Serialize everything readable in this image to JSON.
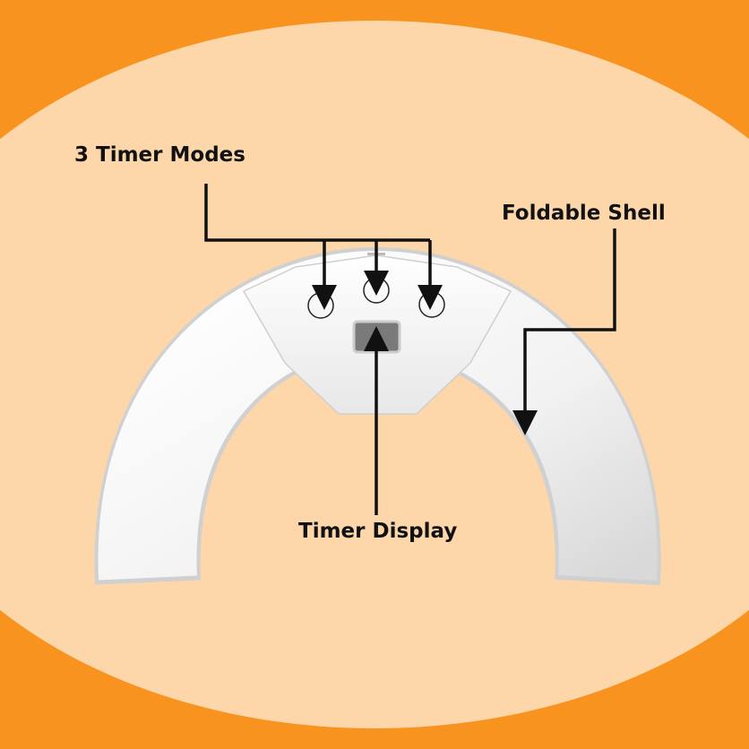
{
  "labels": {
    "timer_modes": "3 Timer Modes",
    "foldable_shell": "Foldable Shell",
    "timer_display": "Timer Display"
  },
  "colors": {
    "background": "#F7931E",
    "ellipse": "#FDD6AA",
    "device": "#F4F4F4",
    "lines": "#111111"
  }
}
